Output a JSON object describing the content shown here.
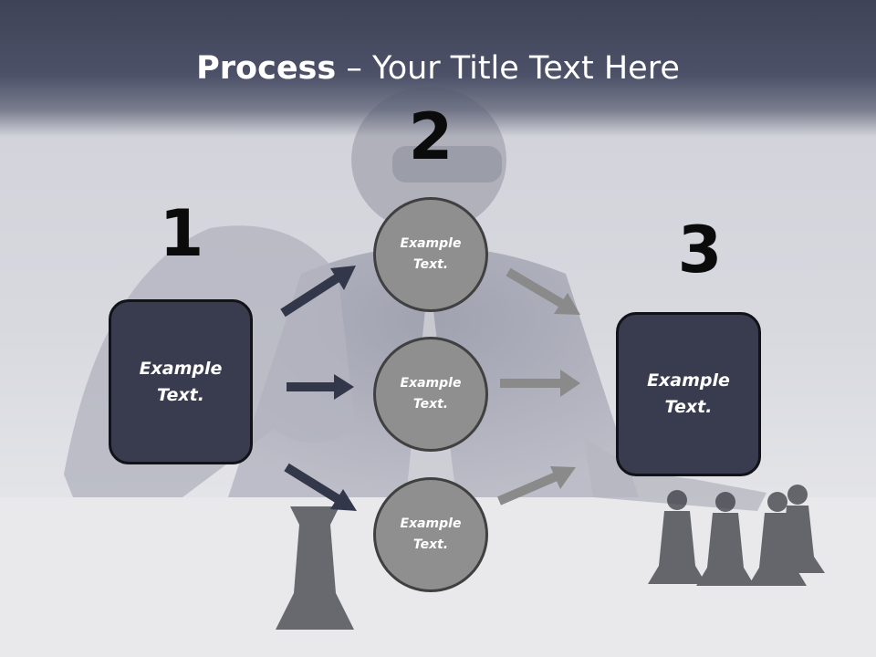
{
  "title": {
    "bold": "Process",
    "rest": " – Your Title Text Here"
  },
  "steps": {
    "one": "1",
    "two": "2",
    "three": "3"
  },
  "left_box": {
    "line1": "Example",
    "line2": "Text."
  },
  "circles": [
    {
      "line1": "Example",
      "line2": "Text."
    },
    {
      "line1": "Example",
      "line2": "Text."
    },
    {
      "line1": "Example",
      "line2": "Text."
    }
  ],
  "right_box": {
    "line1": "Example",
    "line2": "Text."
  },
  "colors": {
    "title_band": "#464a60",
    "box_fill": "#393c4f",
    "circle_fill": "#8f8f8f",
    "dark_arrow": "#33374a",
    "gray_arrow": "#8a8a8a"
  }
}
